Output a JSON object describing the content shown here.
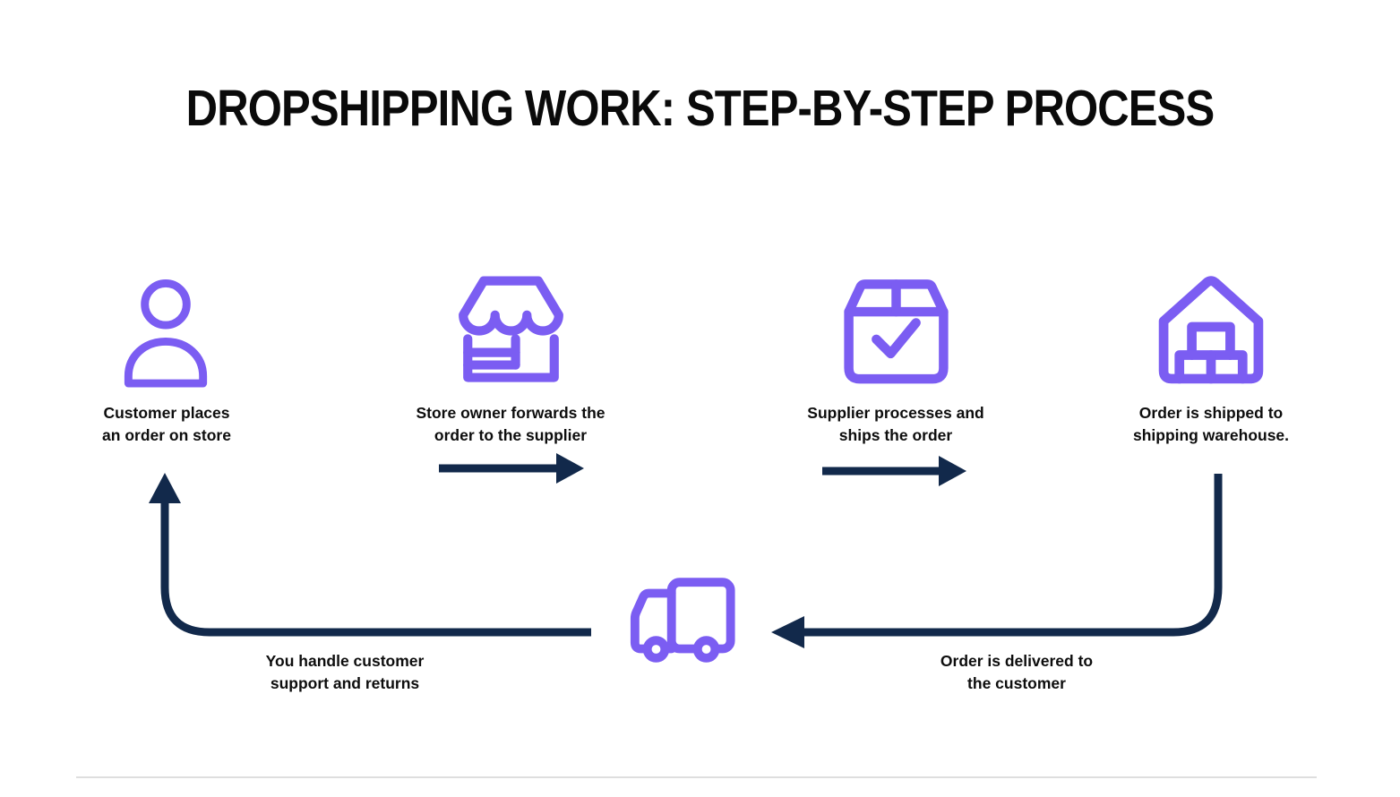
{
  "title": "DROPSHIPPING WORK: STEP-BY-STEP PROCESS",
  "colors": {
    "icon_purple": "#7B5DF2",
    "arrow_navy": "#12294B",
    "text_dark": "#0D0D0D",
    "divider_gray": "#DEDEDE"
  },
  "steps": [
    {
      "icon": "user-icon",
      "label": "Customer places\nan order on store"
    },
    {
      "icon": "storefront-icon",
      "label": "Store owner forwards the\norder to the supplier"
    },
    {
      "icon": "package-check-icon",
      "label": "Supplier processes and\nships the order"
    },
    {
      "icon": "warehouse-icon",
      "label": "Order is shipped to\nshipping warehouse."
    }
  ],
  "flow": {
    "truck_icon": "delivery-truck-icon",
    "delivery_label": "Order is delivered to\nthe customer",
    "support_label": "You handle customer\nsupport and returns"
  }
}
